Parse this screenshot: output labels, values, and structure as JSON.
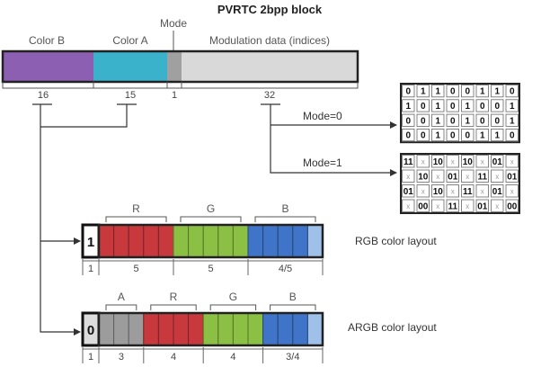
{
  "title": "PVRTC 2bpp block",
  "block": {
    "color_b": {
      "label": "Color B",
      "bits": "16",
      "color": "#8c5fb2"
    },
    "color_a": {
      "label": "Color A",
      "bits": "15",
      "color": "#3bb2cc"
    },
    "mode": {
      "label": "Mode",
      "bits": "1",
      "color": "#a0a0a0"
    },
    "modulation": {
      "label": "Modulation data (indices)",
      "bits": "32",
      "color": "#d9d9d9"
    }
  },
  "mode0": {
    "label": "Mode=0",
    "grid": [
      [
        "0",
        "1",
        "1",
        "0",
        "0",
        "1",
        "1",
        "0"
      ],
      [
        "1",
        "0",
        "1",
        "0",
        "1",
        "0",
        "0",
        "1"
      ],
      [
        "0",
        "0",
        "1",
        "0",
        "1",
        "0",
        "0",
        "1"
      ],
      [
        "0",
        "0",
        "1",
        "0",
        "0",
        "1",
        "1",
        "0"
      ]
    ]
  },
  "mode1": {
    "label": "Mode=1",
    "grid": [
      [
        "11",
        "x",
        "10",
        "x",
        "10",
        "x",
        "01",
        "x"
      ],
      [
        "x",
        "10",
        "x",
        "01",
        "x",
        "11",
        "x",
        "01"
      ],
      [
        "01",
        "x",
        "10",
        "x",
        "11",
        "x",
        "01",
        "x"
      ],
      [
        "x",
        "00",
        "x",
        "11",
        "x",
        "01",
        "x",
        "00"
      ]
    ]
  },
  "rgb_layout": {
    "label": "RGB color layout",
    "lead_bit": "1",
    "groups": [
      {
        "name": "R",
        "bits": "5",
        "color": "#c8393d"
      },
      {
        "name": "G",
        "bits": "5",
        "color": "#8cc044"
      },
      {
        "name": "B",
        "bits": "4/5",
        "color": "#3f74c8"
      }
    ],
    "lead_count": "1"
  },
  "argb_layout": {
    "label": "ARGB color layout",
    "lead_bit": "0",
    "groups": [
      {
        "name": "A",
        "bits": "3",
        "color": "#9c9c9c"
      },
      {
        "name": "R",
        "bits": "4",
        "color": "#c8393d"
      },
      {
        "name": "G",
        "bits": "4",
        "color": "#8cc044"
      },
      {
        "name": "B",
        "bits": "3/4",
        "color": "#3f74c8"
      }
    ],
    "lead_count": "1"
  },
  "colors": {
    "light_blue": "#9fc0e8",
    "line": "#333333"
  }
}
